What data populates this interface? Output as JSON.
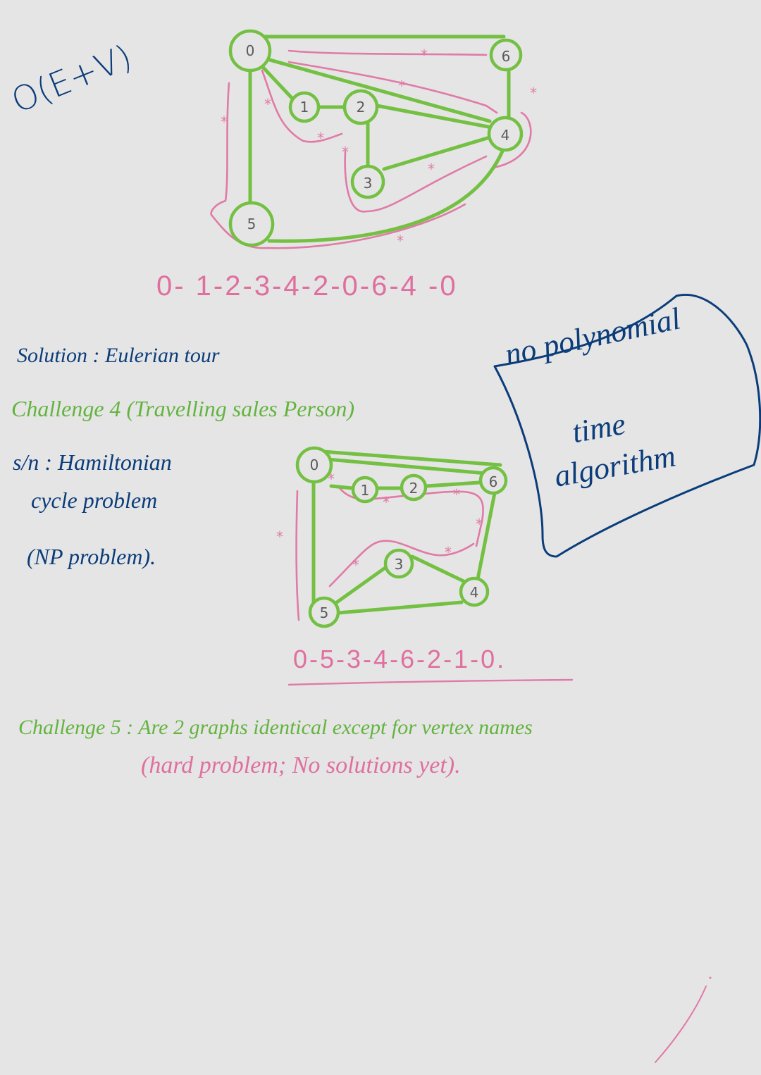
{
  "complexity": "O(E+V)",
  "graph1": {
    "nodes": [
      "0",
      "1",
      "2",
      "3",
      "4",
      "5",
      "6"
    ],
    "edges": [
      [
        "0",
        "6"
      ],
      [
        "0",
        "1"
      ],
      [
        "1",
        "2"
      ],
      [
        "2",
        "4"
      ],
      [
        "0",
        "4"
      ],
      [
        "2",
        "3"
      ],
      [
        "3",
        "4"
      ],
      [
        "0",
        "5"
      ],
      [
        "5",
        "4"
      ],
      [
        "6",
        "4"
      ]
    ],
    "tour": "0- 1-2-3-4-2-0-6-4 -0"
  },
  "solution_line": "Solution : Eulerian tour",
  "challenge4": "Challenge 4 (Travelling sales Person)",
  "sln_lines": [
    "s/n : Hamiltonian",
    "cycle problem",
    "(NP problem)."
  ],
  "callout_lines": [
    "no polynomial",
    "time",
    "algorithm"
  ],
  "graph2": {
    "nodes": [
      "0",
      "1",
      "2",
      "3",
      "4",
      "5",
      "6"
    ],
    "edges": [
      [
        "0",
        "6"
      ],
      [
        "0",
        "5"
      ],
      [
        "1",
        "2"
      ],
      [
        "5",
        "3"
      ],
      [
        "3",
        "4"
      ],
      [
        "5",
        "4"
      ],
      [
        "6",
        "4"
      ]
    ],
    "cycle": "0-5-3-4-6-2-1-0."
  },
  "challenge5": "Challenge 5 : Are 2 graphs identical except for vertex names",
  "hard_problem": "(hard problem; No solutions yet)."
}
